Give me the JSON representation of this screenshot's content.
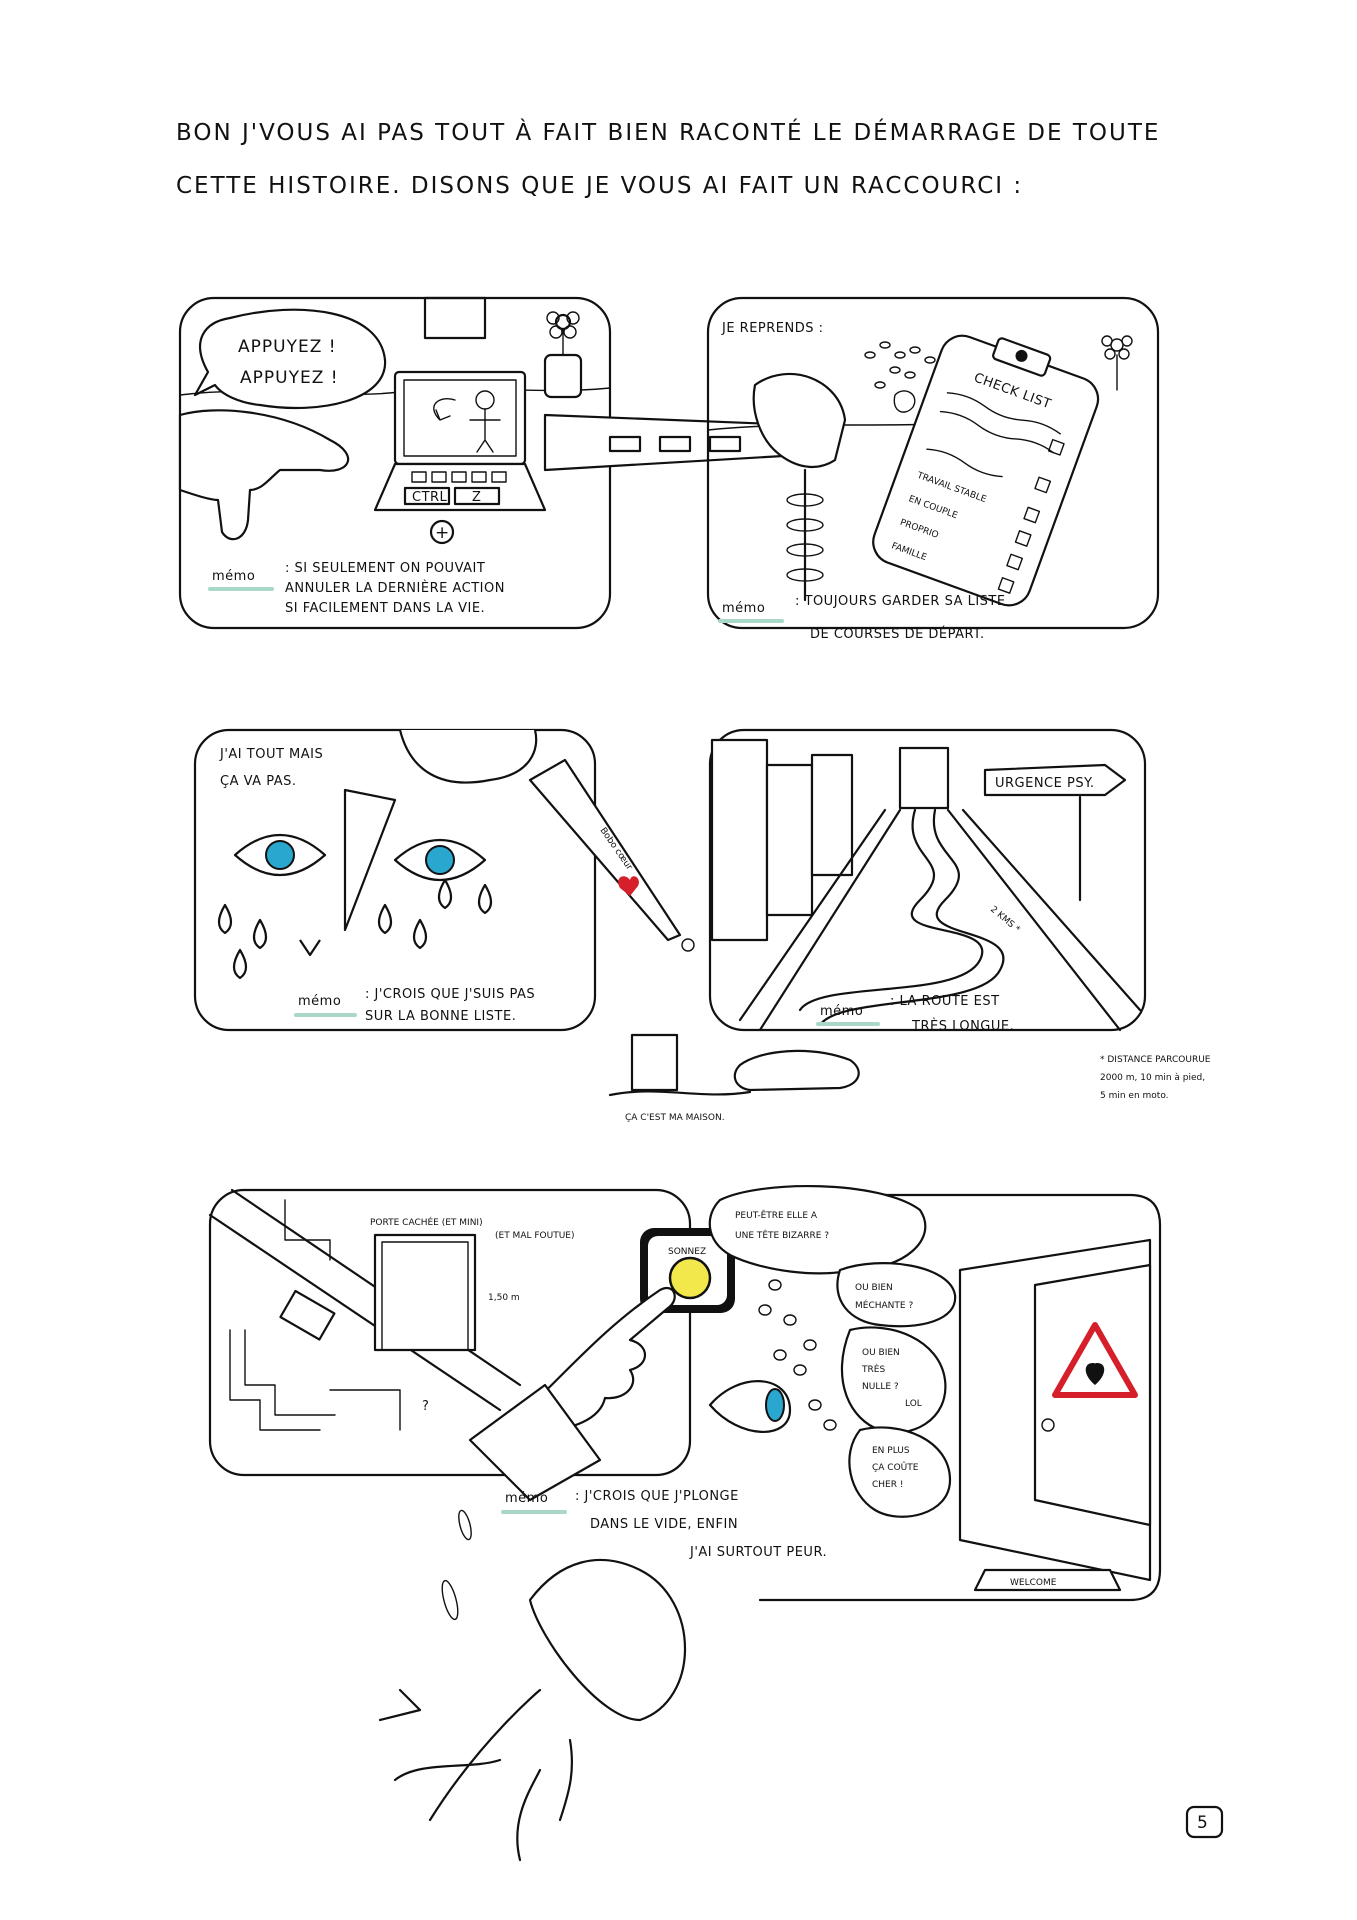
{
  "colors": {
    "ink": "#111111",
    "eye_blue": "#2aa7cf",
    "memo_underline": "#a9d9c6",
    "heart_red": "#d51f2a",
    "button_yellow": "#f2e84b"
  },
  "intro": {
    "line1": "BON J'VOUS AI PAS TOUT À FAIT BIEN RACONTÉ LE DÉMARRAGE DE TOUTE",
    "line2": "CETTE HISTOIRE. DISONS QUE JE VOUS AI FAIT UN RACCOURCI :"
  },
  "panel1": {
    "bubble_line1": "APPUYEZ !",
    "bubble_line2": "APPUYEZ !",
    "key_ctrl": "CTRL",
    "key_z": "Z",
    "plus": "+",
    "memo_label": "mémo",
    "memo_line1": ": SI SEULEMENT ON POUVAIT",
    "memo_line2": "ANNULER LA DERNIÈRE ACTION",
    "memo_line3": "SI FACILEMENT DANS LA VIE."
  },
  "panel2": {
    "caption": "JE REPRENDS :",
    "checklist_title": "CHECK LIST",
    "items": [
      "TRAVAIL STABLE",
      "EN COUPLE",
      "PROPRIO",
      "FAMILLE"
    ],
    "memo_label": "mémo",
    "memo_line1": ": TOUJOURS GARDER SA LISTE",
    "memo_line2": "DE COURSES DE DÉPART."
  },
  "panel3": {
    "caption_line1": "J'AI TOUT MAIS",
    "caption_line2": "ÇA VA PAS.",
    "finger_label": "Bobo cœur",
    "memo_label": "mémo",
    "memo_line1": ": J'CROIS QUE J'SUIS PAS",
    "memo_line2": "SUR LA BONNE LISTE."
  },
  "panel4": {
    "sign": "URGENCE PSY.",
    "distance": "2 KMS *",
    "memo_label": "mémo",
    "memo_line1": ": LA ROUTE EST",
    "memo_line2": "TRÈS LONGUE.",
    "house_caption": "ÇA C'EST MA MAISON.",
    "footnote_line1": "* DISTANCE PARCOURUE",
    "footnote_line2": "2000 m, 10 min à pied,",
    "footnote_line3": "5 min en moto."
  },
  "panel5": {
    "door_note_line1": "PORTE CACHÉE (ET MINI)",
    "door_note_line2": "(ET MAL FOUTUE)",
    "height": "1,50 m",
    "question": "?",
    "button_label": "SONNEZ",
    "memo_label": "mémo",
    "memo_line1": ": J'CROIS QUE J'PLONGE",
    "memo_line2": "DANS LE VIDE, ENFIN",
    "memo_line3": "J'AI SURTOUT PEUR."
  },
  "panel6": {
    "thought1_line1": "PEUT-ÊTRE ELLE A",
    "thought1_line2": "UNE TÊTE BIZARRE ?",
    "thought2_line1": "OU BIEN",
    "thought2_line2": "MÉCHANTE ?",
    "thought3_line1": "OU BIEN",
    "thought3_line2": "TRÈS",
    "thought3_line3": "NULLE ?",
    "thought3_line4": "LOL",
    "thought4_line1": "EN PLUS",
    "thought4_line2": "ÇA COÛTE",
    "thought4_line3": "CHER !",
    "mat": "WELCOME"
  },
  "page_number": "5"
}
